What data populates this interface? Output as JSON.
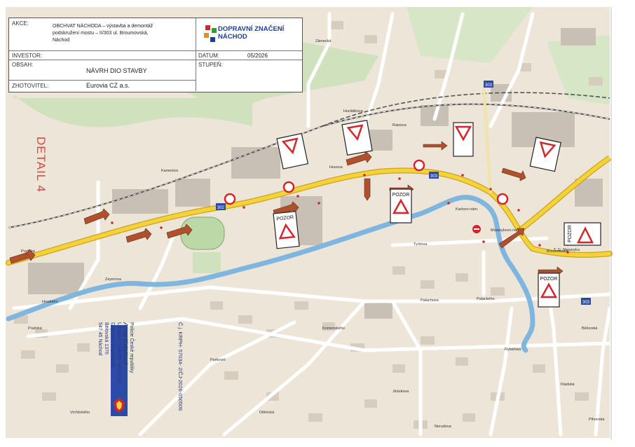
{
  "title_block": {
    "akce_label": "AKCE:",
    "akce_lines": [
      "OBCHVAT NÁCHODA – výstavba a demontáž",
      "podskružení mostu – II/303 ul. Broumovská,",
      "Náchod"
    ],
    "company_lines": [
      "DOPRAVNÍ ZNAČENÍ",
      "NÁCHOD"
    ],
    "investor_label": "INVESTOR:",
    "investor_value": "",
    "datum_label": "DATUM:",
    "datum_value": "05/2026",
    "obsah_label": "OBSAH:",
    "obsah_value": "NÁVRH DIO STAVBY",
    "stupen_label": "STUPEŇ:",
    "stupen_value": "",
    "zhotovitel_label": "ZHOTOVITEL:",
    "zhotovitel_value": "Eurovia CZ a.s."
  },
  "detail_label": "DETAIL 4",
  "approval": {
    "ref": "Č.j. KRPH- 57034- 2/ČJ-2026-050506",
    "lines": [
      "Policie České republiky",
      "ÚZEMNÍ ODBOR NÁCHOD",
      "Dopravní inspektorát",
      "Bělovská 1376",
      "547 45 Náchod"
    ],
    "signature": "Anna Kalašová"
  },
  "road_labels": {
    "route_302": "302",
    "route_303a": "303",
    "route_303b": "303",
    "route_303c": "303"
  },
  "streets": [
    "Hradební",
    "Kamenice",
    "Raisova",
    "Komenského",
    "Palackého",
    "Pražská",
    "Parkovní",
    "Tyršova",
    "Husova",
    "Kladská",
    "Bělovská",
    "Broumovská",
    "Hurdálkova",
    "Rybářská",
    "Zámecká",
    "Karlovo nám.",
    "Masarykovo nám.",
    "T. G. Masaryka",
    "Zeyerova",
    "Jiráskova",
    "Dělnická",
    "Nerudova",
    "Plhovská",
    "Palachova",
    "Vrchlického",
    "Pražská"
  ],
  "signs": {
    "pozor_label": "POZOR",
    "sign_texts": [
      "POZOR",
      "POZOR",
      "POZOR",
      "POZOR"
    ]
  },
  "colors": {
    "river": "#7fb6df",
    "main_road": "#f6d23a",
    "road_outline": "#c9a41e",
    "block": "#e7dccb",
    "building": "#c8c0b4",
    "park": "#cfe1bd",
    "railway": "#555555",
    "detour_arrow": "#b1502c",
    "company_blue": "#1f3f8f"
  },
  "icons": [
    "warning-triangle-icon",
    "no-entry-icon",
    "speed-limit-icon",
    "detour-arrow-icon",
    "police-emblem-icon",
    "company-logo-icon"
  ]
}
